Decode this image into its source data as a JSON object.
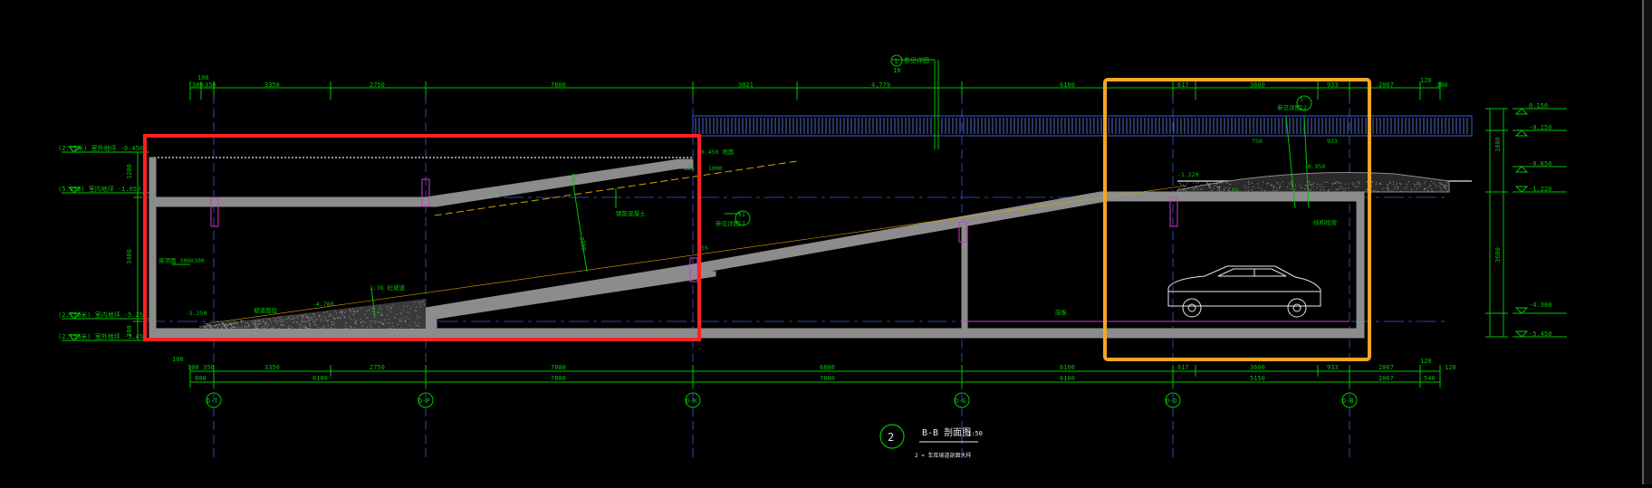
{
  "drawing": {
    "title_number": "2",
    "title_text": "B-B 剖面图",
    "scale": "1:50",
    "subtitle": "2 = 车库坡道剖面大样"
  },
  "dims_top_row1": [
    "100",
    "300",
    "350",
    "3350",
    "2750",
    "7800",
    "3021",
    "4,779",
    "6100",
    "617",
    "3600",
    "933",
    "2067",
    "120",
    "300"
  ],
  "dims_bottom_row1": [
    "100",
    "300",
    "350",
    "3350",
    "2750",
    "7800",
    "6800",
    "6100",
    "617",
    "3600",
    "933",
    "2067",
    "120",
    "120"
  ],
  "dims_bottom_row2": [
    "800",
    "6100",
    "7800",
    "7800",
    "6100",
    "5150",
    "2067",
    "540"
  ],
  "grid_axes": [
    "D-T",
    "D-P",
    "D-K",
    "D-G",
    "D-D",
    "D-B"
  ],
  "levels_left": [
    {
      "label": "(2.75米) 室外地坪 -0.450"
    },
    {
      "label": "(5.950) 室内地坪 -1.650"
    },
    {
      "label": "(2.750米) 室内地坪 -5.250"
    },
    {
      "label": "(2.750米) 室外地坪 -5.450"
    }
  ],
  "levels_right": [
    {
      "label": "0.150"
    },
    {
      "label": "-0.150"
    },
    {
      "label": "-0.850"
    },
    {
      "label": "-1.220"
    },
    {
      "label": "-4.380"
    },
    {
      "label": "-5.450"
    }
  ],
  "annotations": {
    "ramp_slope_top": "20",
    "ramp_len": "2350",
    "slope_pct": "15%",
    "elev_mid": "-0.450 地面",
    "elev_ramp_low": "-5.250",
    "elev_ramp_mid": "-4.780",
    "beam_note": "梁顶面 300X300",
    "beam_note2": "钢筋混凝土",
    "note_detail": "1:38 砼坡道",
    "callout_top_a": "1",
    "callout_top_b": "10",
    "callout_top_note": "参见详图",
    "callout_mid_a": "11",
    "callout_mid_b": "17",
    "callout_mid_note": "参见详图",
    "callout_right_a": "1",
    "callout_right_b": "12",
    "callout_right_note": "参见详图",
    "slab_top_note": "结构找坡",
    "dim_1200": "1200",
    "dim_125": "125",
    "dim_3400": "3400",
    "dim_200": "200",
    "dim_1800": "1800",
    "dim_933r": "933",
    "dim_750": "750",
    "dim_1000": "1000",
    "dim_3600v": "3600",
    "elev_mid_right": "-0.950",
    "elev_right_1220": "-1.220",
    "note_ramp_right": "5%",
    "note_bottom_slab": "底板",
    "note_ramp_floor": "坡道面层"
  },
  "colors": {
    "background": "#000000",
    "line_green": "#00c400",
    "wall_gray": "#8c8c8c",
    "highlight_red": "#ff2222",
    "highlight_orange": "#f5a623",
    "grid_blue": "#3a5bd9",
    "magenta": "#d13ad1"
  }
}
